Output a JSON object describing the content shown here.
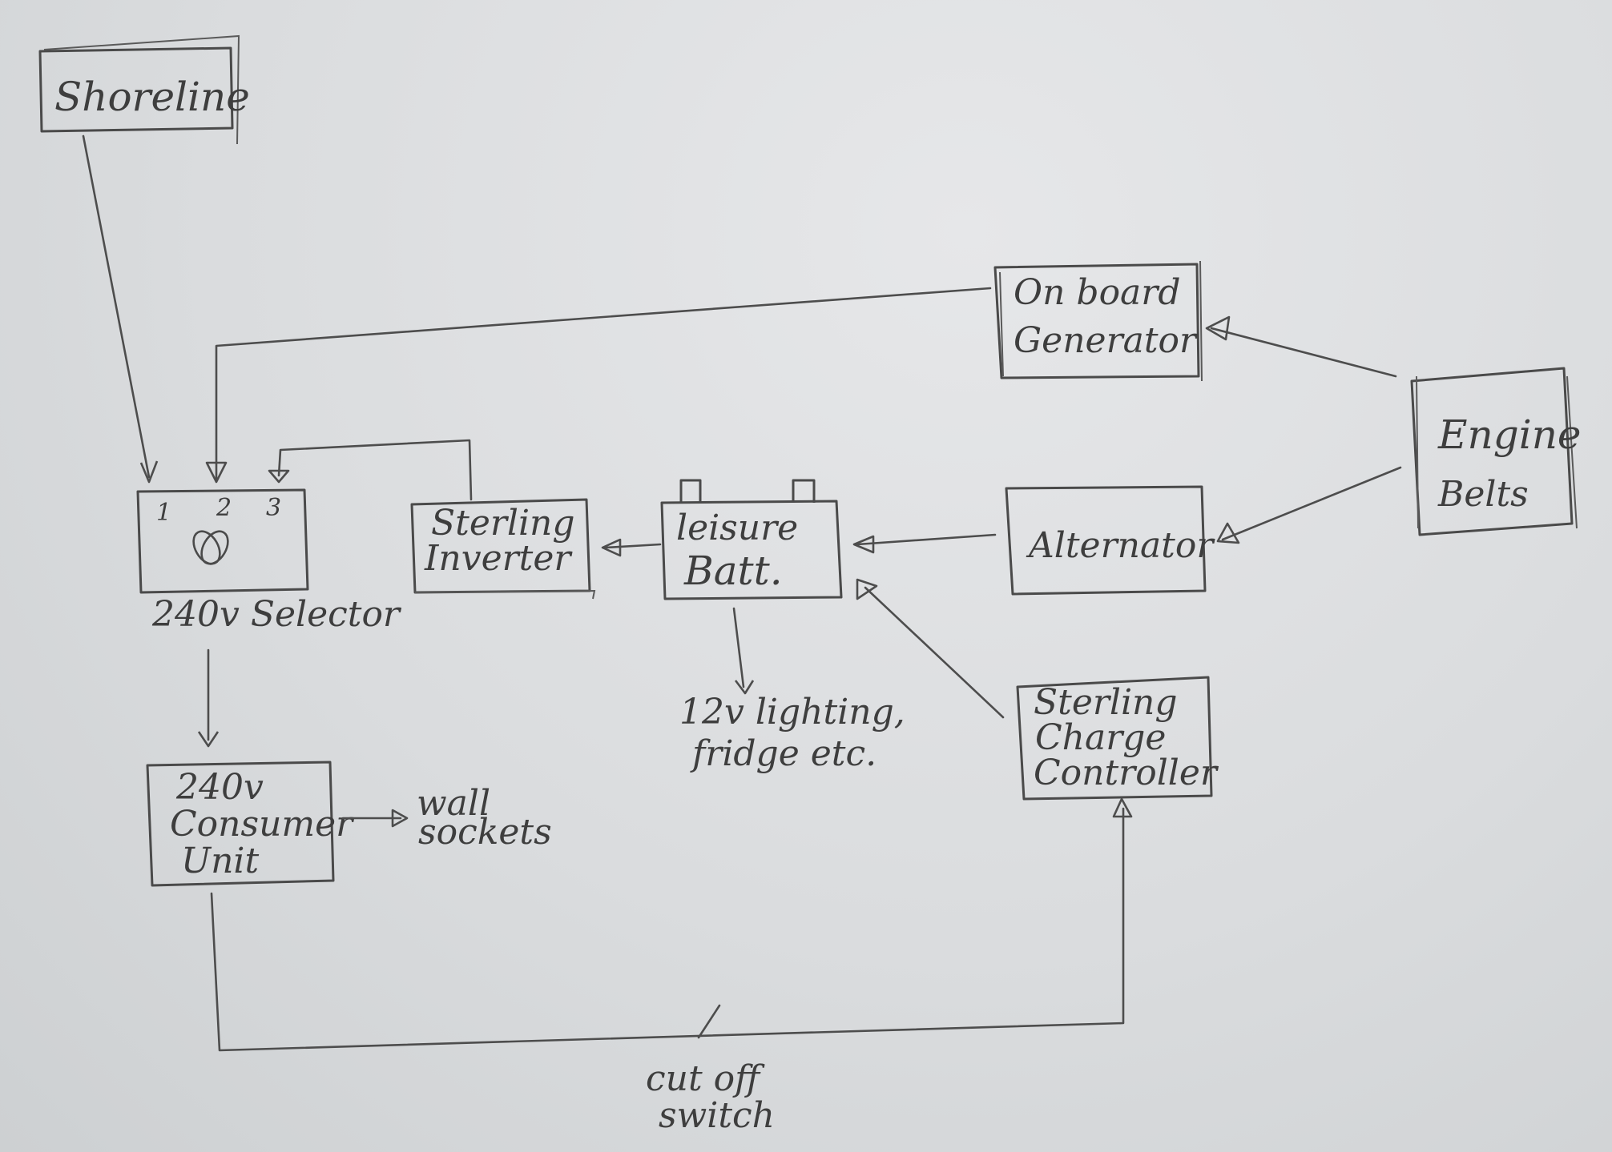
{
  "nodes": {
    "shoreline": "Shoreline",
    "onboard_generator": [
      "On board",
      "Generator"
    ],
    "engine_belts": [
      "Engine",
      "Belts"
    ],
    "selector_positions": [
      "1",
      "2",
      "3"
    ],
    "selector_label": "240v Selector",
    "sterling_inverter": [
      "Sterling",
      "Inverter"
    ],
    "leisure_batt": [
      "leisure",
      "Batt."
    ],
    "alternator": "Alternator",
    "lighting": [
      "12v lighting,",
      "fridge etc."
    ],
    "consumer_unit": [
      "240v",
      "Consumer",
      "Unit"
    ],
    "wall_sockets": [
      "wall",
      "sockets"
    ],
    "charge_controller": [
      "Sterling",
      "Charge",
      "Controller"
    ],
    "cut_off_switch": [
      "cut off",
      "switch"
    ]
  }
}
